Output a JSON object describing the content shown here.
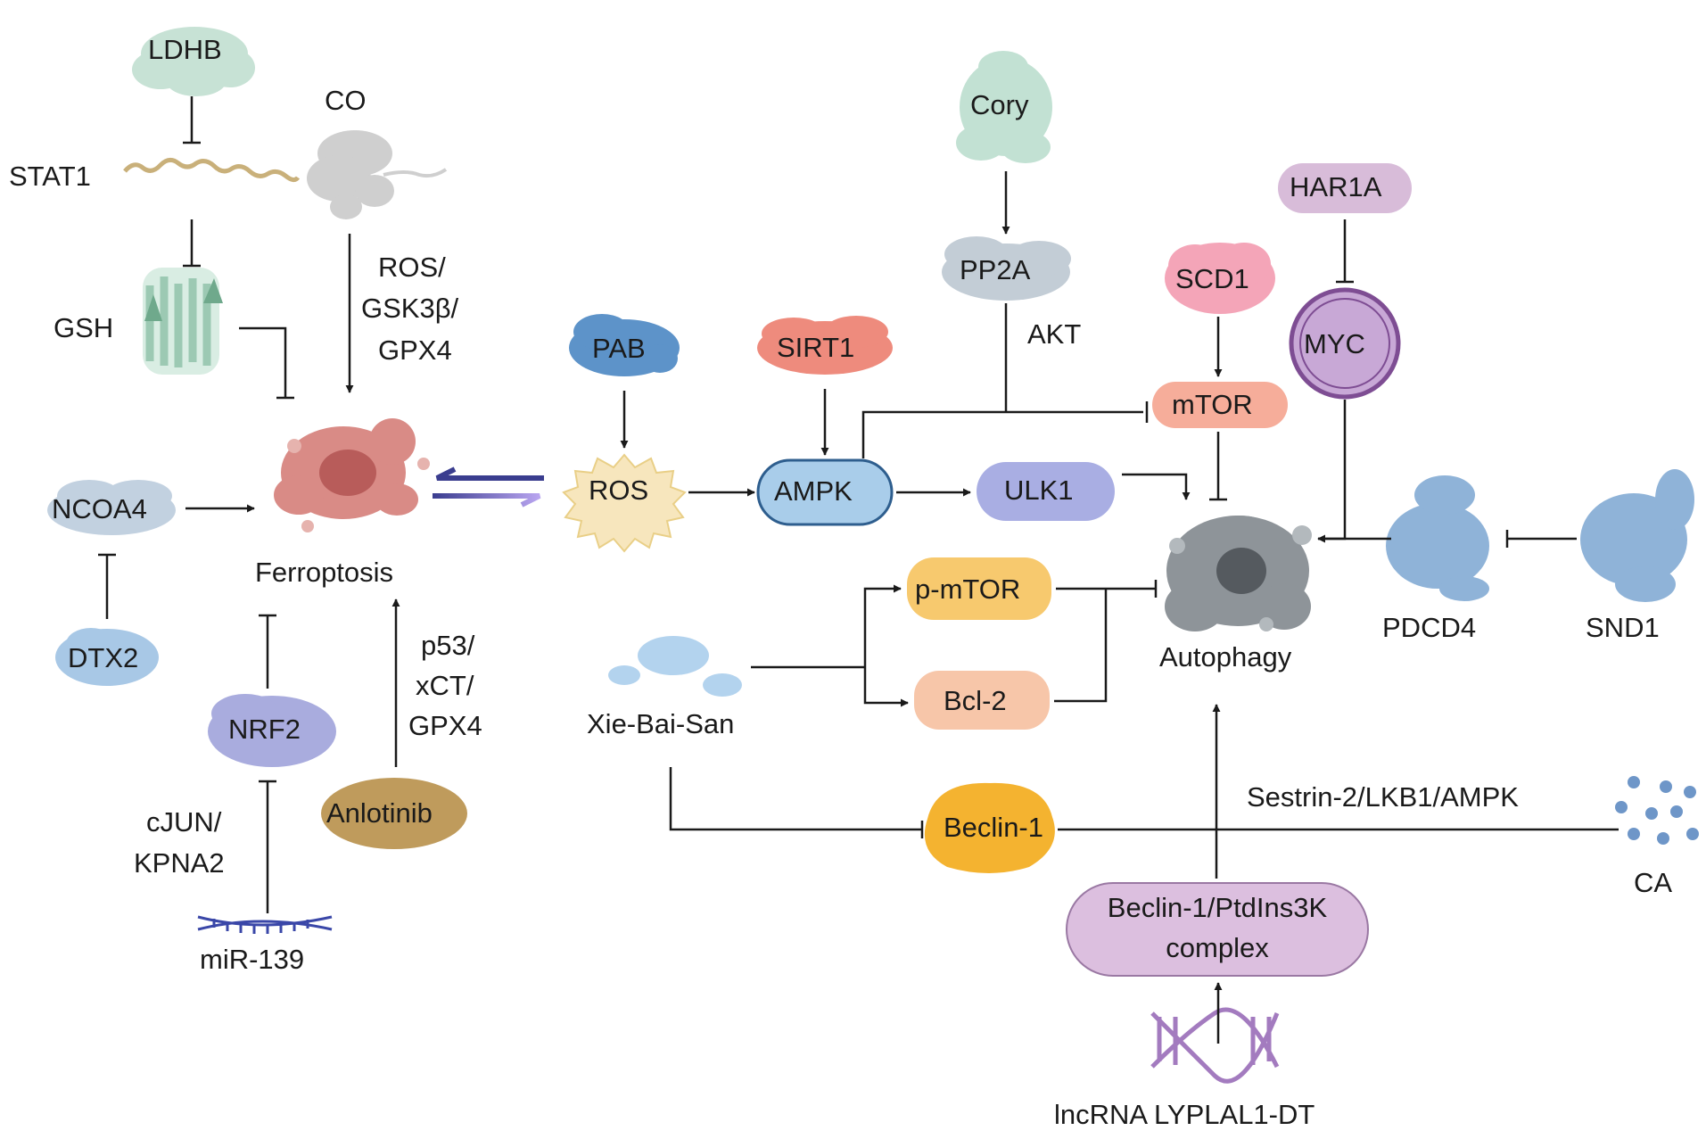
{
  "nodes": {
    "ldhb": "LDHB",
    "co": "CO",
    "stat1": "STAT1",
    "gsh": "GSH",
    "ncoa4": "NCOA4",
    "dtx2": "DTX2",
    "nrf2": "NRF2",
    "ferroptosis": "Ferroptosis",
    "anlotinib": "Anlotinib",
    "mir139": "miR-139",
    "pab": "PAB",
    "ros": "ROS",
    "sirt1": "SIRT1",
    "ampk": "AMPK",
    "ulk1": "ULK1",
    "cory": "Cory",
    "pp2a": "PP2A",
    "scd1": "SCD1",
    "mtor": "mTOR",
    "har1a": "HAR1A",
    "myc": "MYC",
    "pmtor": "p-mTOR",
    "bcl2": "Bcl-2",
    "xiebaisan": "Xie-Bai-San",
    "beclin1": "Beclin-1",
    "autophagy": "Autophagy",
    "pdcd4": "PDCD4",
    "snd1": "SND1",
    "ca": "CA",
    "complex_line1": "Beclin-1/PtdIns3K",
    "complex_line2": "complex",
    "lncrna": "lncRNA LYPLAL1-DT"
  },
  "edge_labels": {
    "co_path_line1": "ROS/",
    "co_path_line2": "GSK3β/",
    "co_path_line3": "GPX4",
    "anlotinib_path_line1": "p53/",
    "anlotinib_path_line2": "xCT/",
    "anlotinib_path_line3": "GPX4",
    "mir139_path_line1": "cJUN/",
    "mir139_path_line2": "KPNA2",
    "akt": "AKT",
    "ca_path": "Sestrin-2/LKB1/AMPK"
  },
  "colors": {
    "ldhb": "#c7e2d5",
    "co": "#cfcfcf",
    "ferroptosis": "#d98b86",
    "ncoa4": "#c2d1e0",
    "dtx2": "#a8c8e6",
    "nrf2": "#a9acde",
    "anlotinib": "#bf9b5c",
    "pab": "#5d93c9",
    "ros": "#f7e6bd",
    "sirt1": "#ee8b7d",
    "ampk": "#a9cdea",
    "ulk1": "#a9aee3",
    "cory": "#c2e1d3",
    "pp2a": "#c3cdd6",
    "scd1": "#f4a5b8",
    "mtor": "#f6ad9a",
    "har1a": "#d8bcd9",
    "myc": "#c8a8d6",
    "pmtor": "#f7c96e",
    "bcl2": "#f7c6a9",
    "beclin1": "#f4b330",
    "complex": "#dcbfdf",
    "autophagy": "#8e9499",
    "pdcd4": "#8fb3d8",
    "snd1": "#8fb3d8",
    "xiebaisan": "#b3d3ee",
    "ca": "#6e96c8"
  }
}
